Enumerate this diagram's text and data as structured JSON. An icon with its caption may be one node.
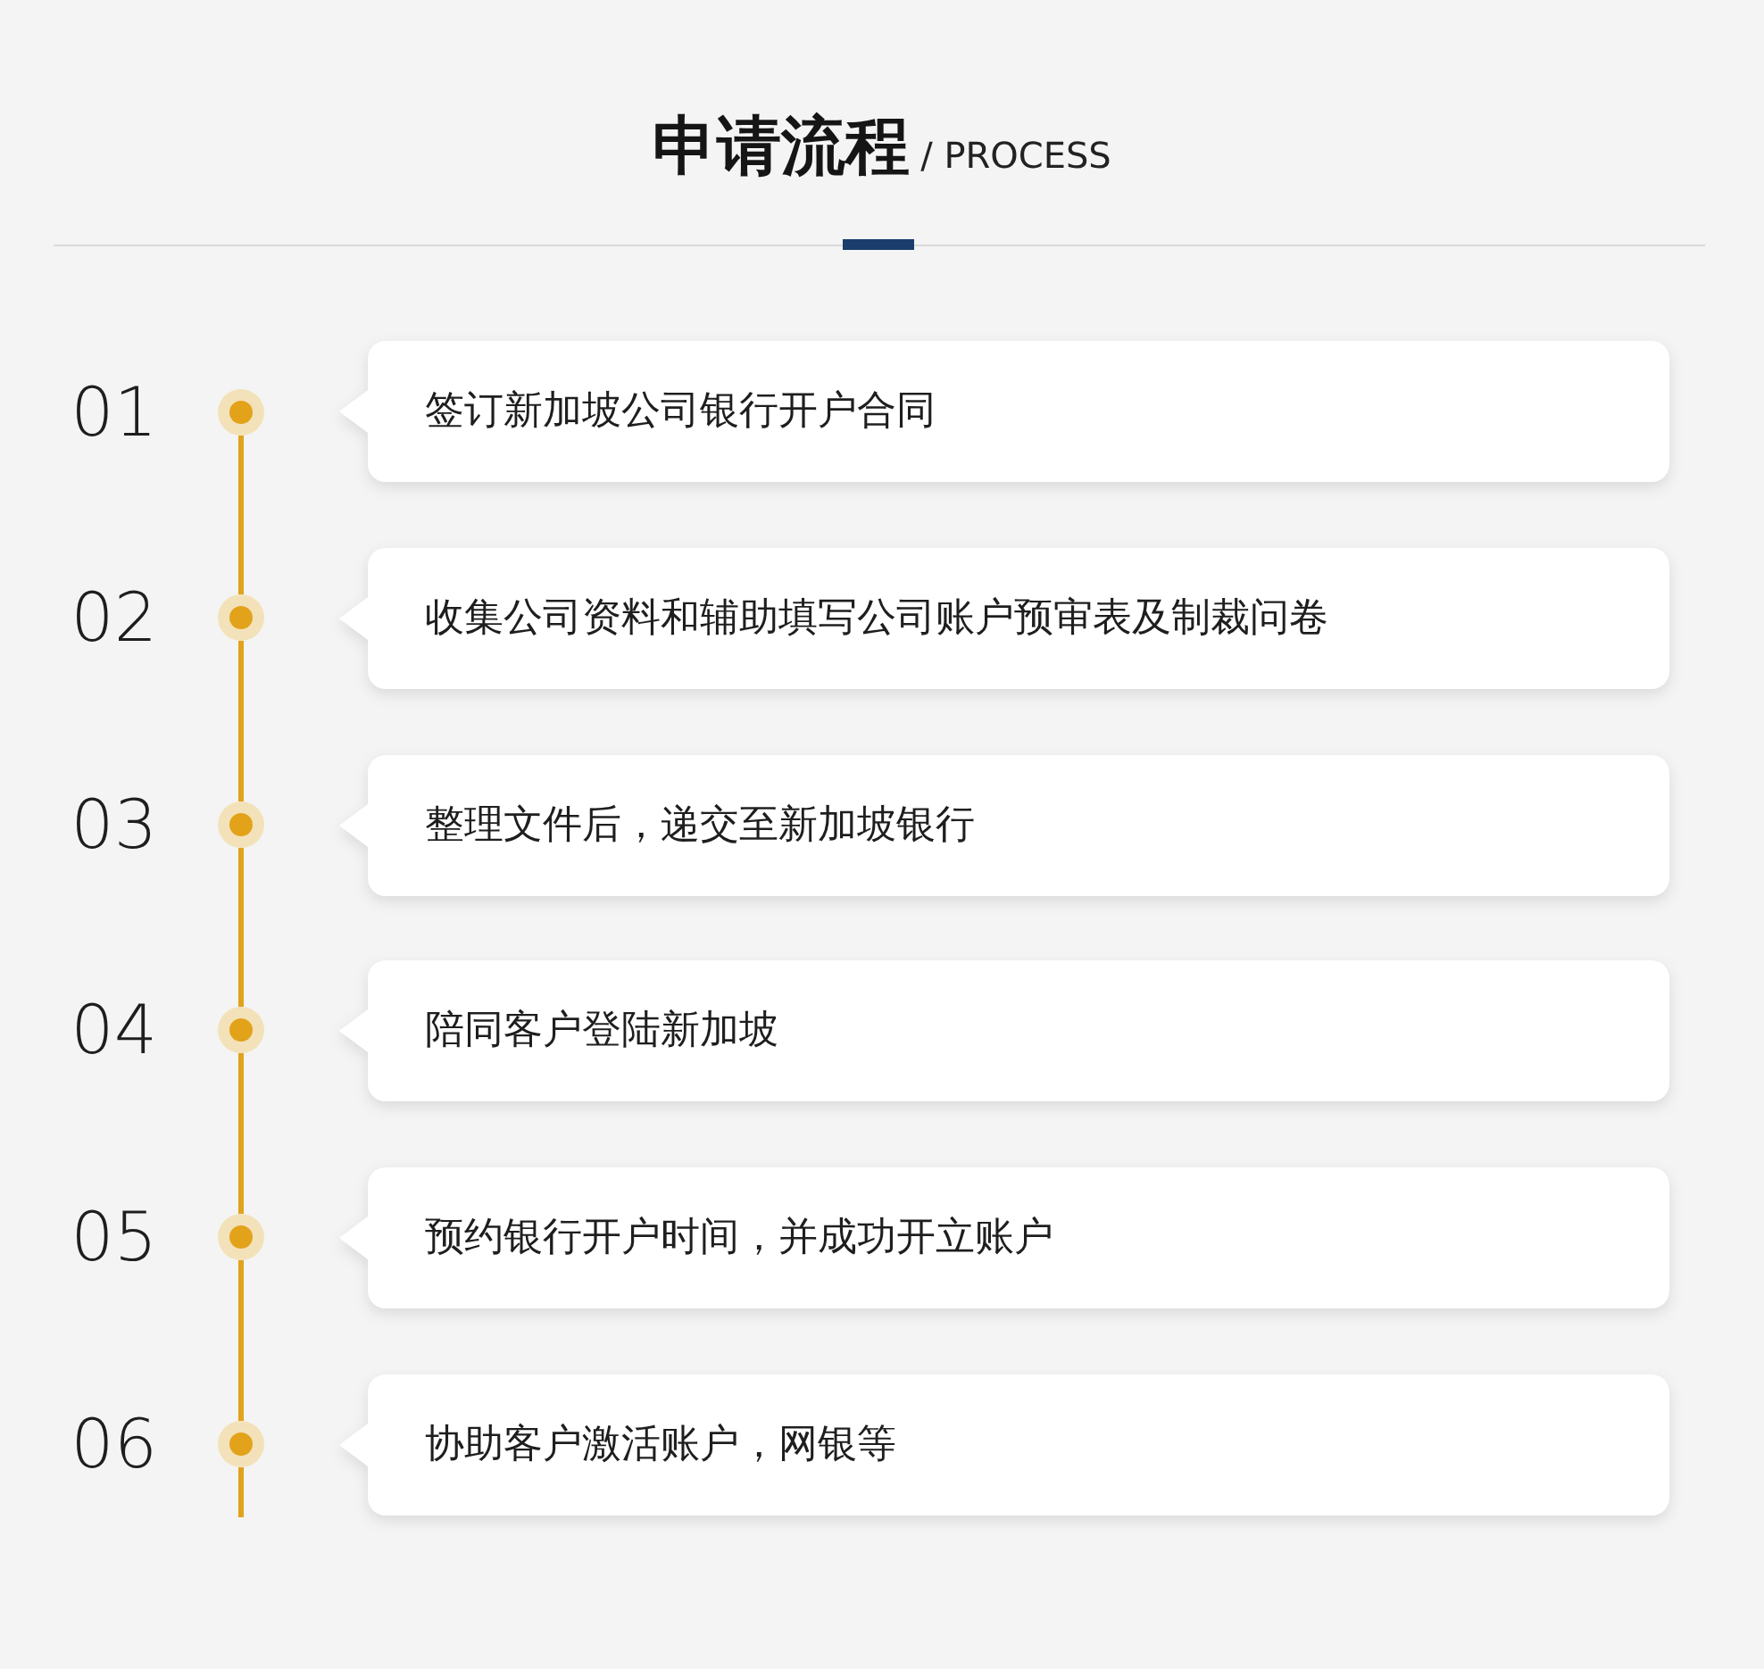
{
  "diagram": {
    "title": "申请流程",
    "nodes": [
      {
        "text": [],
        "shape": "circle",
        "beside": [
          "01"
        ]
      },
      {
        "text": [
          "签订新加坡公司银行开户合同"
        ]
      },
      {
        "text": [],
        "shape": "circle",
        "beside": [
          "02"
        ]
      },
      {
        "text": [
          "收集公司资料和辅助填写公司账户预审表及制裁问卷"
        ]
      },
      {
        "text": [],
        "shape": "circle",
        "beside": [
          "03"
        ]
      },
      {
        "text": [
          "整理文件后，递交至新加坡银行"
        ]
      },
      {
        "text": [],
        "shape": "circle",
        "beside": [
          "04"
        ]
      },
      {
        "text": [
          "陪同客户登陆新加坡"
        ]
      },
      {
        "text": [],
        "shape": "circle",
        "beside": [
          "05"
        ]
      },
      {
        "text": [
          "预约银行开户时间，并成功开立账户"
        ]
      },
      {
        "text": [],
        "shape": "circle",
        "beside": [
          "06"
        ]
      },
      {
        "text": [
          "协助客户激活账户，网银等"
        ]
      }
    ],
    "edges": [
      {
        "from": 0,
        "to": 2,
        "arrow": "none"
      },
      {
        "from": 2,
        "to": 4,
        "arrow": "none"
      },
      {
        "from": 4,
        "to": 6,
        "arrow": "none"
      },
      {
        "from": 6,
        "to": 8,
        "arrow": "none"
      },
      {
        "from": 8,
        "to": 10,
        "arrow": "none"
      },
      {
        "from": 10,
        "to": null,
        "arrow": "none"
      }
    ],
    "labels": [
      "/ PROCESS"
    ]
  }
}
